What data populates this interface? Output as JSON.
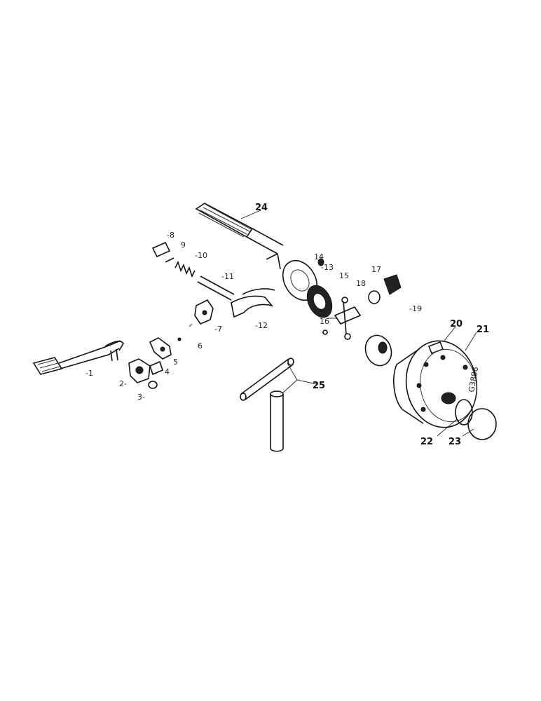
{
  "labels": {
    "l1": "-1",
    "l2": "2-",
    "l3": "3-",
    "l4": "4",
    "l5": "5",
    "l6": "6",
    "l7": "-7",
    "l8": "-8",
    "l9": "9",
    "l10": "-10",
    "l11": "-11",
    "l12": "-12",
    "l13": "-13",
    "l14": "14",
    "l15": "15",
    "l16": "16",
    "l17": "17",
    "l18": "18",
    "l19": "-19",
    "l20": "20",
    "l21": "21",
    "l22": "22",
    "l23": "23",
    "l24": "24",
    "l25": "25"
  },
  "housing_code": "G3886"
}
